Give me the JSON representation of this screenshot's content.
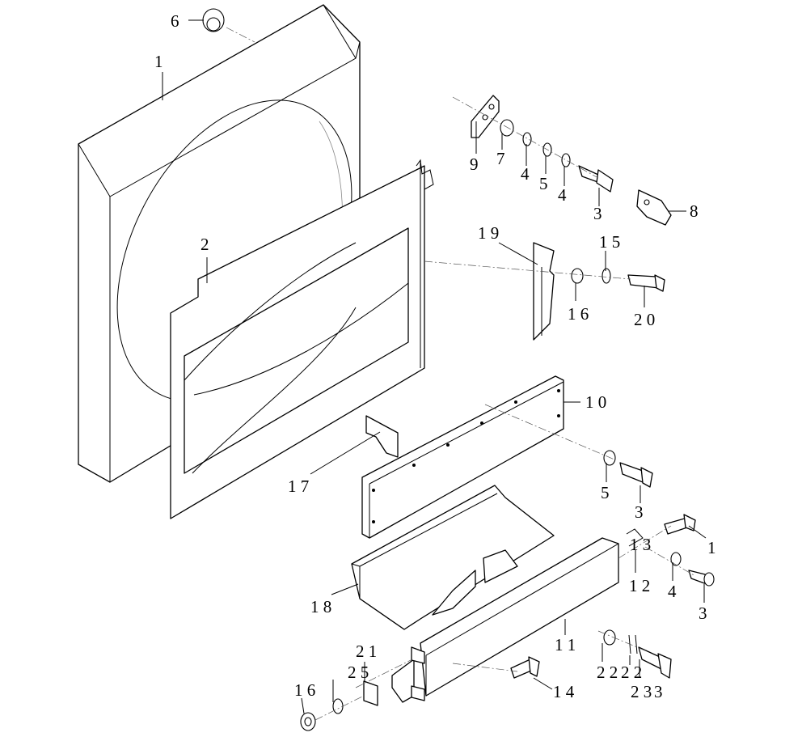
{
  "diagram": {
    "callouts": {
      "c1": "1",
      "c2": "2",
      "c3a": "3",
      "c3b": "3",
      "c3c": "3",
      "c3d": "3",
      "c4a": "4",
      "c4b": "4",
      "c4c": "4",
      "c5a": "5",
      "c5b": "5",
      "c6": "6",
      "c7": "7",
      "c8": "8",
      "c9": "9",
      "c10": "1 0",
      "c11": "1 1",
      "c12": "1 2",
      "c13": "1 3",
      "c14": "1 4",
      "c15": "1 5",
      "c16a": "1 6",
      "c16b": "1 6",
      "c17": "1 7",
      "c18": "1 8",
      "c19": "1 9",
      "c20": "2 0",
      "c21": "2 1",
      "c22a": "2 2",
      "c22b": "2 2",
      "c23": "2 3",
      "c25": "2 5"
    }
  }
}
